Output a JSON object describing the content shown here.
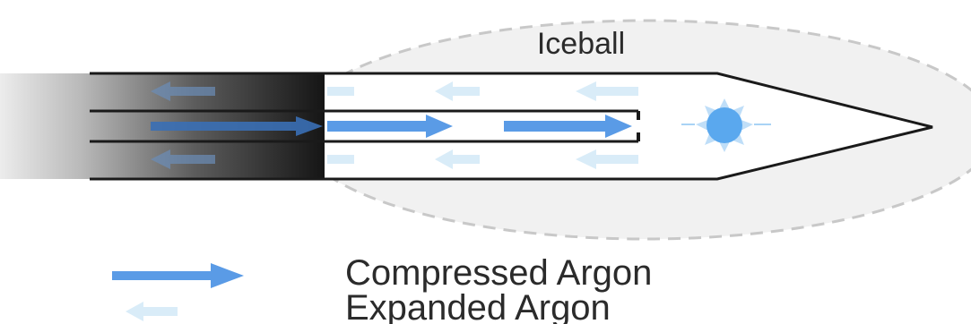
{
  "diagram": {
    "iceball_label": "Iceball",
    "legend": {
      "compressed_label": "Compressed Argon",
      "expanded_label": "Expanded Argon"
    }
  },
  "colors": {
    "iceball_fill": "#f1f1f1",
    "iceball_border": "#c8c8c8",
    "compressed_arrow": "#5a9be6",
    "expanded_arrow": "#d9ecf8",
    "probe_outline": "#1a1a1a",
    "cold_spot": "#5aa8ee",
    "cold_rays": "#a9d3f5"
  },
  "icons": {
    "cold_spot": "snowflake-burst-icon"
  }
}
